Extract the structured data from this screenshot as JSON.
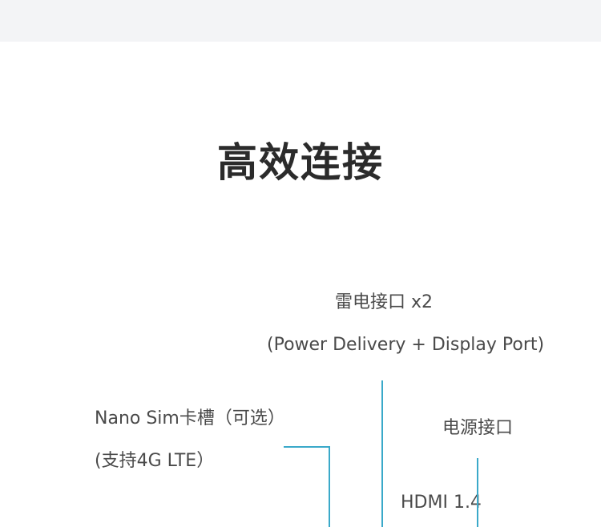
{
  "title": "高效连接",
  "ports": {
    "thunderbolt": {
      "label": "雷电接口 x2",
      "sub": "(Power Delivery + Display Port)"
    },
    "nano_sim": {
      "label": "Nano Sim卡槽（可选）",
      "sub": "(支持4G LTE）"
    },
    "power": {
      "label": "电源接口"
    },
    "hdmi": {
      "label": "HDMI 1.4"
    }
  },
  "colors": {
    "leader_line": "#3aa9c9",
    "text": "#4a4a4a",
    "top_band": "#f3f4f6"
  }
}
